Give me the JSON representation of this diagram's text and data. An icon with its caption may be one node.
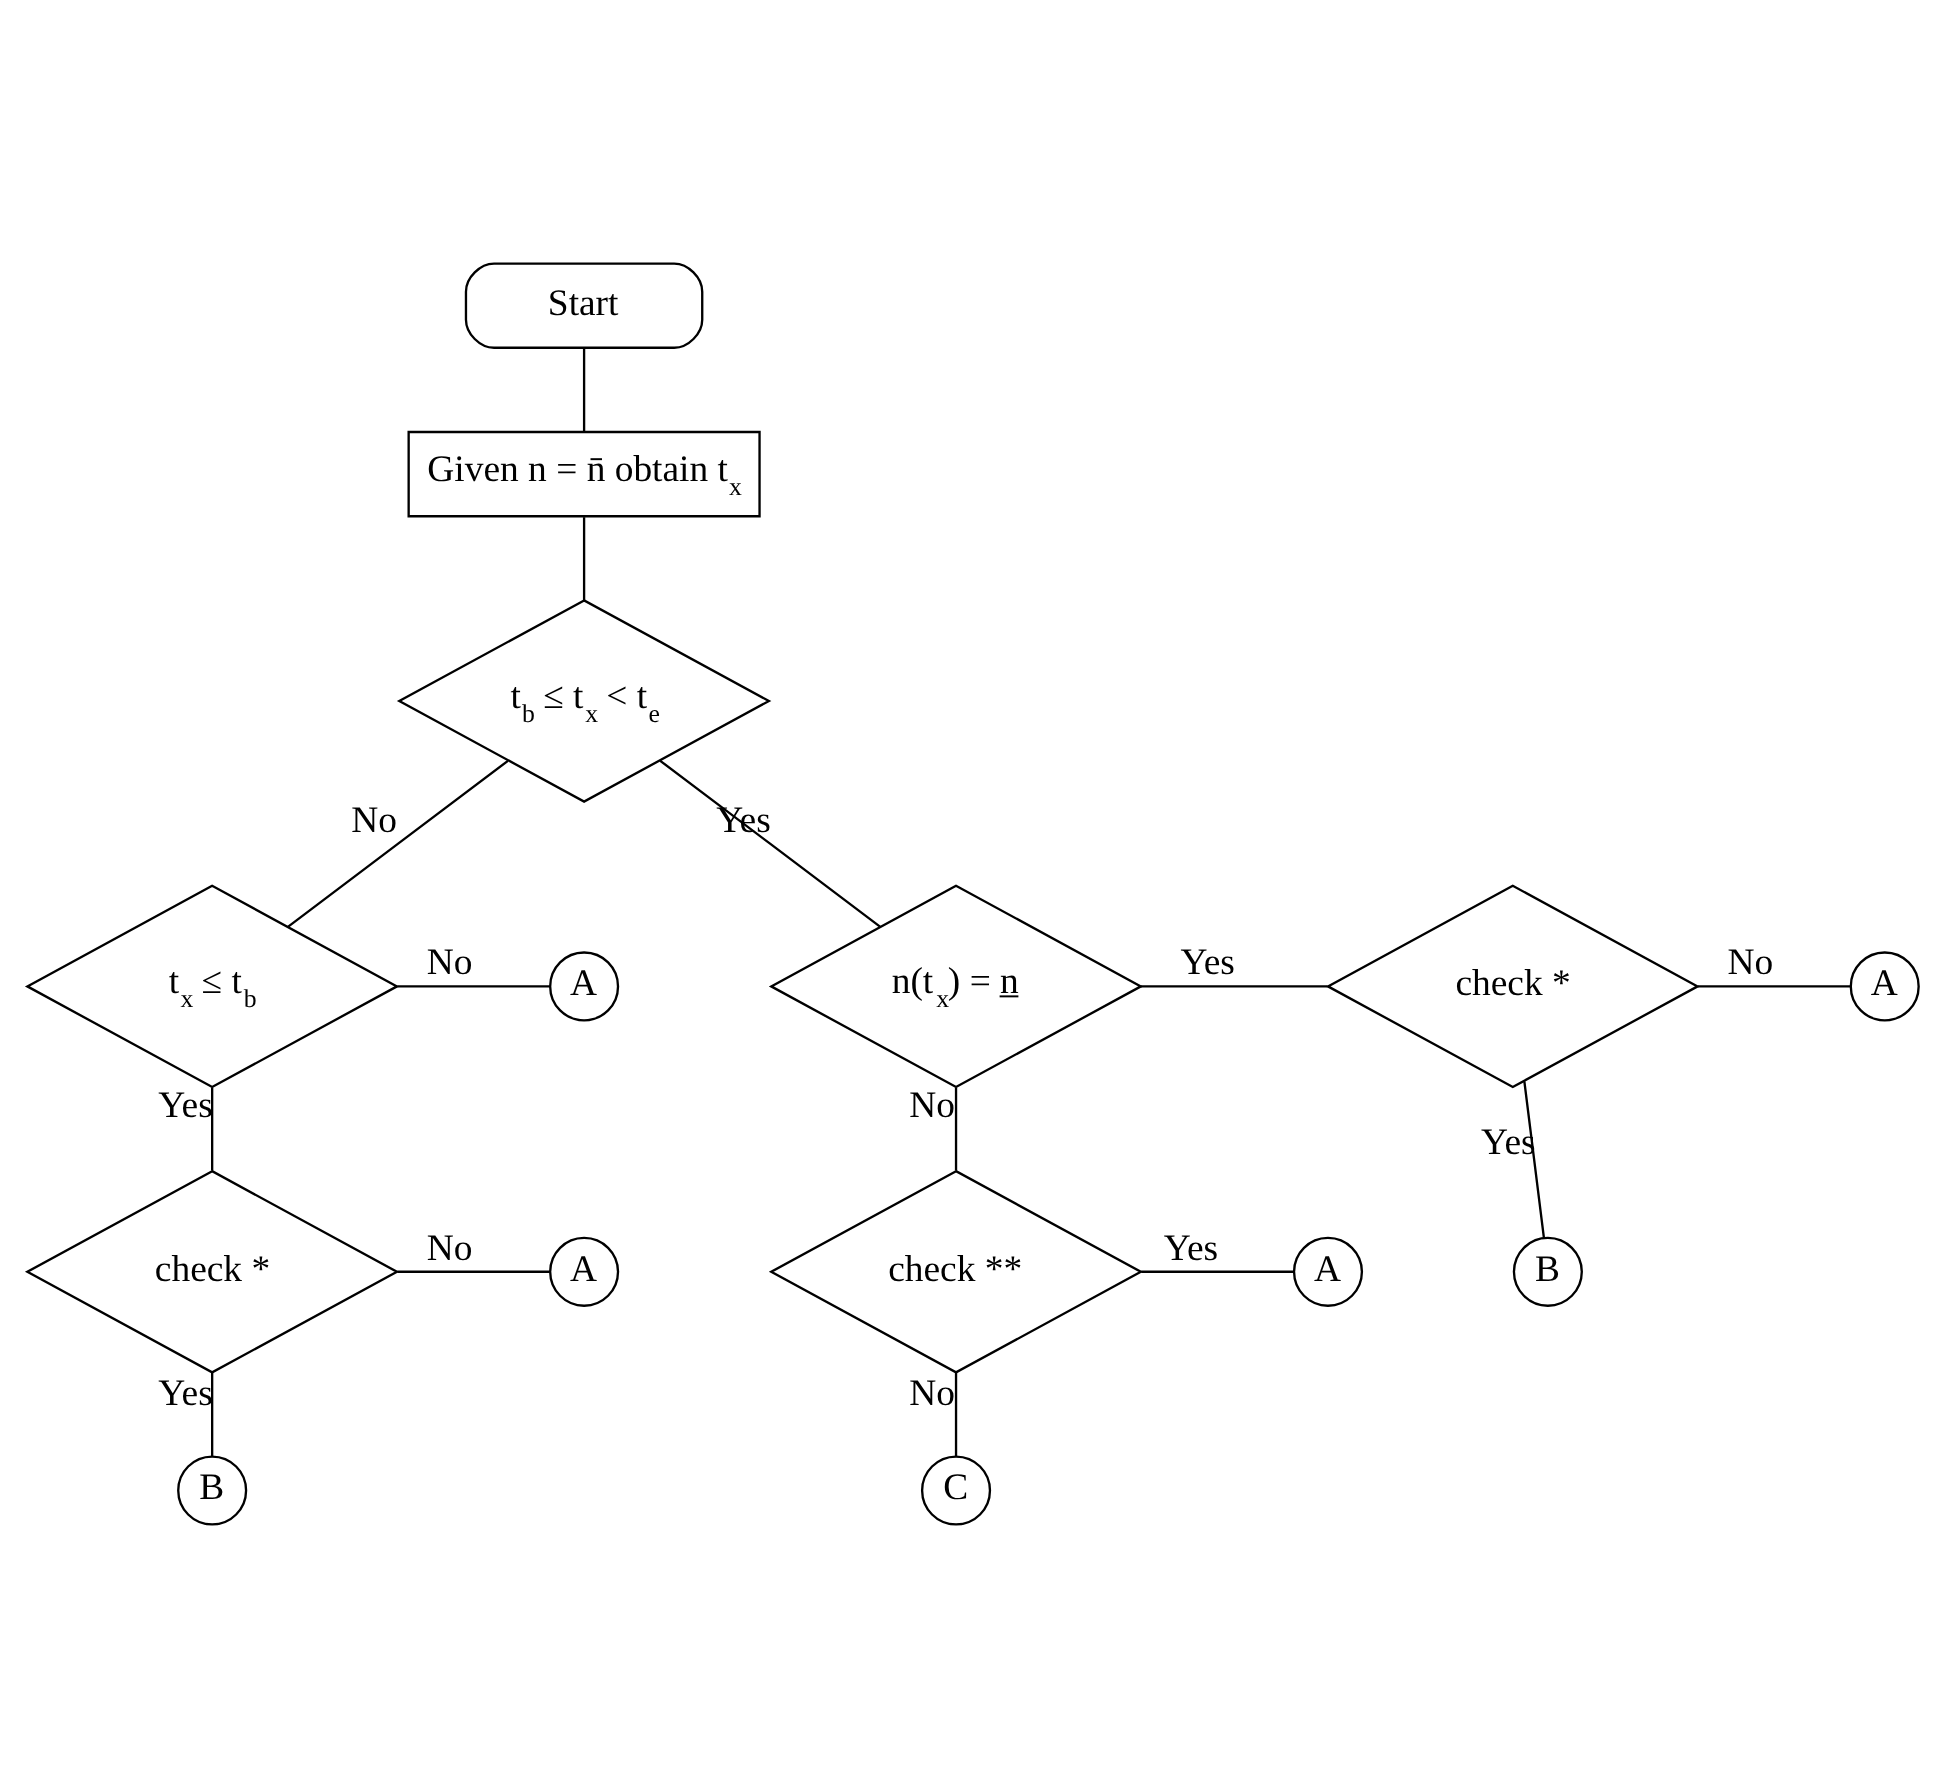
{
  "diagram": {
    "nodes": [
      {
        "text": [
          "Start"
        ]
      },
      {
        "text": [
          "Given n = n̄ obtain t$_{x}$"
        ]
      },
      {
        "text": [
          "t$_{b}$ ≤ t$_{x}$ < t$_{e}$"
        ]
      },
      {
        "text": [
          "A"
        ]
      },
      {
        "text": [
          "t$_{x}$ ≤ t$_{b}$"
        ]
      },
      {
        "text": [
          "n(t$_{x}$) = n̲"
        ]
      },
      {
        "text": [
          "check *"
        ]
      },
      {
        "text": [
          "A"
        ]
      },
      {
        "text": [
          "A"
        ]
      },
      {
        "text": [
          "check *"
        ]
      },
      {
        "text": [
          "B"
        ]
      },
      {
        "text": [
          "check **"
        ]
      },
      {
        "text": [
          "A"
        ]
      },
      {
        "text": [
          "B"
        ]
      },
      {
        "text": [
          "C"
        ]
      }
    ],
    "edges": [
      {
        "from": 0,
        "to": 1,
        "arrow": "none"
      },
      {
        "from": 1,
        "to": 2,
        "arrow": "none"
      },
      {
        "from": 2,
        "to": 4,
        "label": "No",
        "arrow": "none"
      },
      {
        "from": 2,
        "to": 5,
        "label": "Yes",
        "arrow": "none"
      },
      {
        "from": 4,
        "to": 3,
        "label": "No",
        "arrow": "none"
      },
      {
        "from": 4,
        "to": 9,
        "label": "Yes",
        "arrow": "none"
      },
      {
        "from": 9,
        "to": 8,
        "label": "No",
        "arrow": "none"
      },
      {
        "from": 9,
        "to": 13,
        "label": "Yes",
        "arrow": "none"
      },
      {
        "from": 5,
        "to": 6,
        "label": "Yes",
        "arrow": "none"
      },
      {
        "from": 6,
        "to": 7,
        "label": "No",
        "arrow": "none"
      },
      {
        "from": 6,
        "to": 10,
        "label": "Yes",
        "arrow": "none"
      },
      {
        "from": 5,
        "to": 11,
        "label": "No",
        "arrow": "none"
      },
      {
        "from": 11,
        "to": 12,
        "label": "Yes",
        "arrow": "none"
      },
      {
        "from": 11,
        "to": 14,
        "label": "No",
        "arrow": "none"
      }
    ]
  }
}
